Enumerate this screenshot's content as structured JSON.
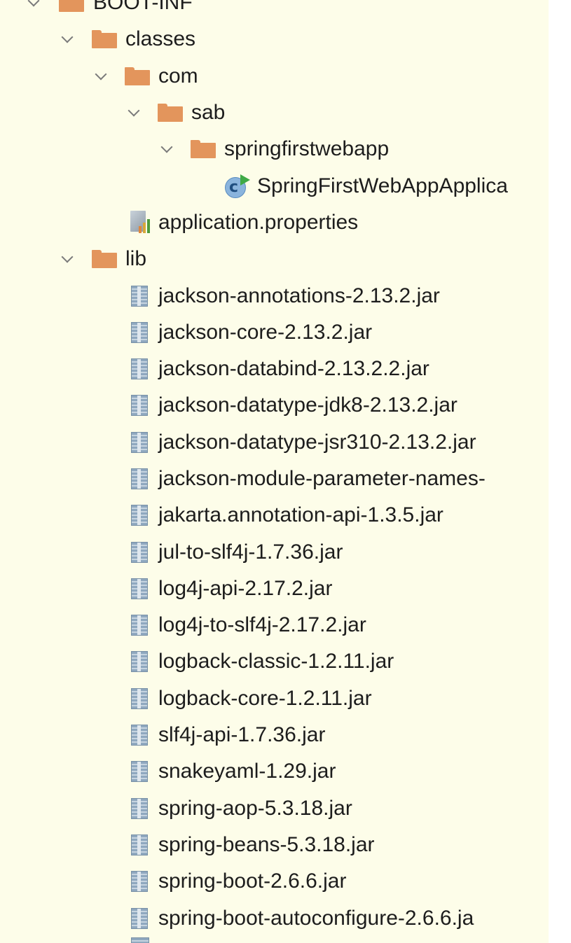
{
  "tree": {
    "boot_inf": "BOOT-INF",
    "classes": "classes",
    "com": "com",
    "sab": "sab",
    "springfirstwebapp": "springfirstwebapp",
    "main_class": "SpringFirstWebAppApplica",
    "properties": "application.properties",
    "lib": "lib",
    "jars": [
      "jackson-annotations-2.13.2.jar",
      "jackson-core-2.13.2.jar",
      "jackson-databind-2.13.2.2.jar",
      "jackson-datatype-jdk8-2.13.2.jar",
      "jackson-datatype-jsr310-2.13.2.jar",
      "jackson-module-parameter-names-",
      "jakarta.annotation-api-1.3.5.jar",
      "jul-to-slf4j-1.7.36.jar",
      "log4j-api-2.17.2.jar",
      "log4j-to-slf4j-2.17.2.jar",
      "logback-classic-1.2.11.jar",
      "logback-core-1.2.11.jar",
      "slf4j-api-1.7.36.jar",
      "snakeyaml-1.29.jar",
      "spring-aop-5.3.18.jar",
      "spring-beans-5.3.18.jar",
      "spring-boot-2.6.6.jar",
      "spring-boot-autoconfigure-2.6.6.ja"
    ]
  },
  "icons": {
    "folder": "folder-icon",
    "jar": "jar-icon",
    "properties": "properties-file-icon",
    "class": "spring-boot-class-icon",
    "expanded": "chevron-down-icon"
  },
  "colors": {
    "panel_background": "#fdfde9",
    "folder": "#e3955c",
    "text": "#1d1d1d"
  }
}
